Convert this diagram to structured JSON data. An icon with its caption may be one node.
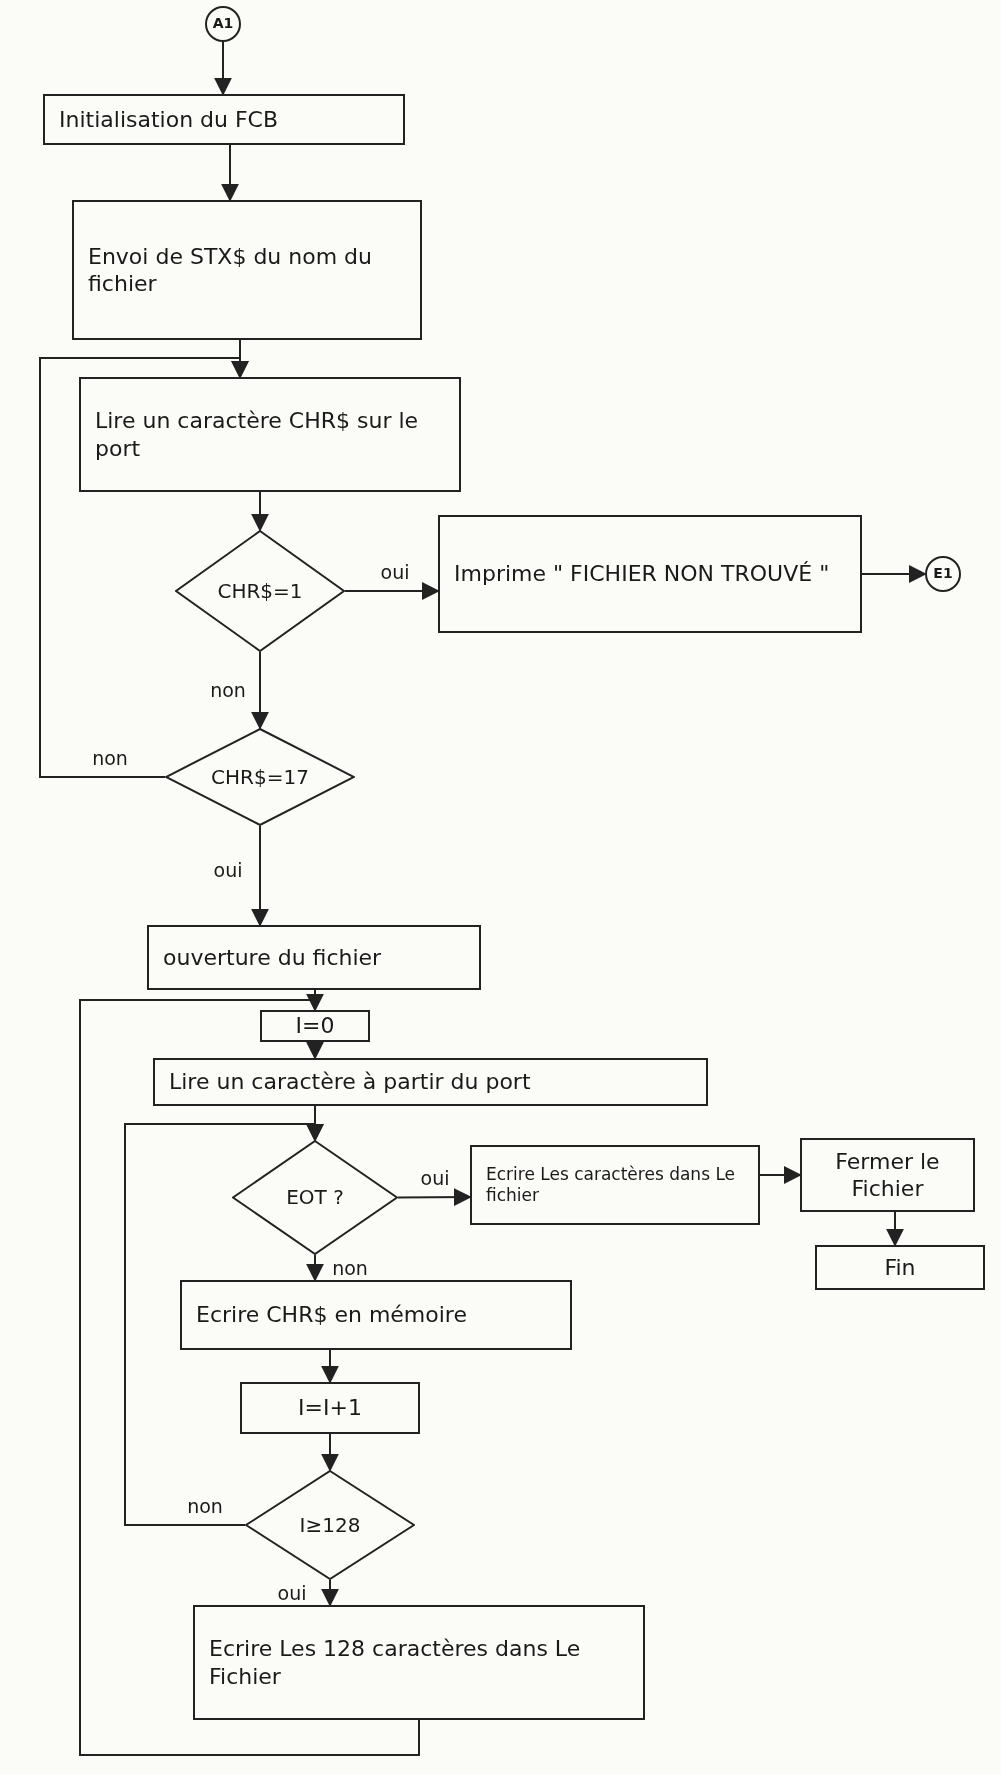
{
  "diagram": {
    "nodes": [
      {
        "text": [
          "A1"
        ]
      },
      {
        "text": [
          "Initialisation du FCB"
        ]
      },
      {
        "text": [
          "Envoi de STX$ du nom du fichier"
        ]
      },
      {
        "text": [
          "Lire un caractère CHR$ sur le port"
        ]
      },
      {
        "text": [
          "CHR$=1"
        ]
      },
      {
        "text": [
          "Imprime \" FICHIER NON TROUVÉ \""
        ]
      },
      {
        "text": [
          "E1"
        ]
      },
      {
        "text": [
          "CHR$=17"
        ]
      },
      {
        "text": [
          "ouverture du fichier"
        ]
      },
      {
        "text": [
          "I=0"
        ]
      },
      {
        "text": [
          "Lire un caractère à partir du port"
        ]
      },
      {
        "text": [
          "EOT ?"
        ]
      },
      {
        "text": [
          "Ecrire Les caractères dans Le fichier"
        ]
      },
      {
        "text": [
          "Fermer le Fichier"
        ]
      },
      {
        "text": [
          "Fin"
        ]
      },
      {
        "text": [
          "Ecrire CHR$ en mémoire"
        ]
      },
      {
        "text": [
          "I=I+1"
        ]
      },
      {
        "text": [
          "I≥128"
        ]
      },
      {
        "text": [
          "Ecrire Les 128 caractères dans Le Fichier"
        ]
      }
    ],
    "edges": [
      {
        "from": 0,
        "to": 1,
        "arrow": "to"
      },
      {
        "from": 1,
        "to": 2,
        "arrow": "to"
      },
      {
        "from": 2,
        "to": 3,
        "arrow": "to"
      },
      {
        "from": 3,
        "to": 4,
        "arrow": "to"
      },
      {
        "from": 4,
        "to": 5,
        "arrow": "to",
        "label": "oui"
      },
      {
        "from": 5,
        "to": 6,
        "arrow": "to"
      },
      {
        "from": 4,
        "to": 7,
        "arrow": "to",
        "label": "non"
      },
      {
        "from": 7,
        "to": 3,
        "arrow": "to",
        "label": "non"
      },
      {
        "from": 7,
        "to": 8,
        "arrow": "to",
        "label": "oui"
      },
      {
        "from": 8,
        "to": 9,
        "arrow": "none"
      },
      {
        "from": 9,
        "to": 10,
        "arrow": "to"
      },
      {
        "from": 10,
        "to": 11,
        "arrow": "to"
      },
      {
        "from": 11,
        "to": 12,
        "arrow": "to",
        "label": "oui"
      },
      {
        "from": 12,
        "to": 13,
        "arrow": "to"
      },
      {
        "from": 13,
        "to": 14,
        "arrow": "to"
      },
      {
        "from": 11,
        "to": 15,
        "arrow": "to",
        "label": "non"
      },
      {
        "from": 15,
        "to": 16,
        "arrow": "to"
      },
      {
        "from": 16,
        "to": 17,
        "arrow": "to"
      },
      {
        "from": 17,
        "to": 11,
        "arrow": "to",
        "label": "non"
      },
      {
        "from": 17,
        "to": 18,
        "arrow": "to",
        "label": "oui"
      },
      {
        "from": 18,
        "to": 9,
        "arrow": "to"
      }
    ]
  }
}
